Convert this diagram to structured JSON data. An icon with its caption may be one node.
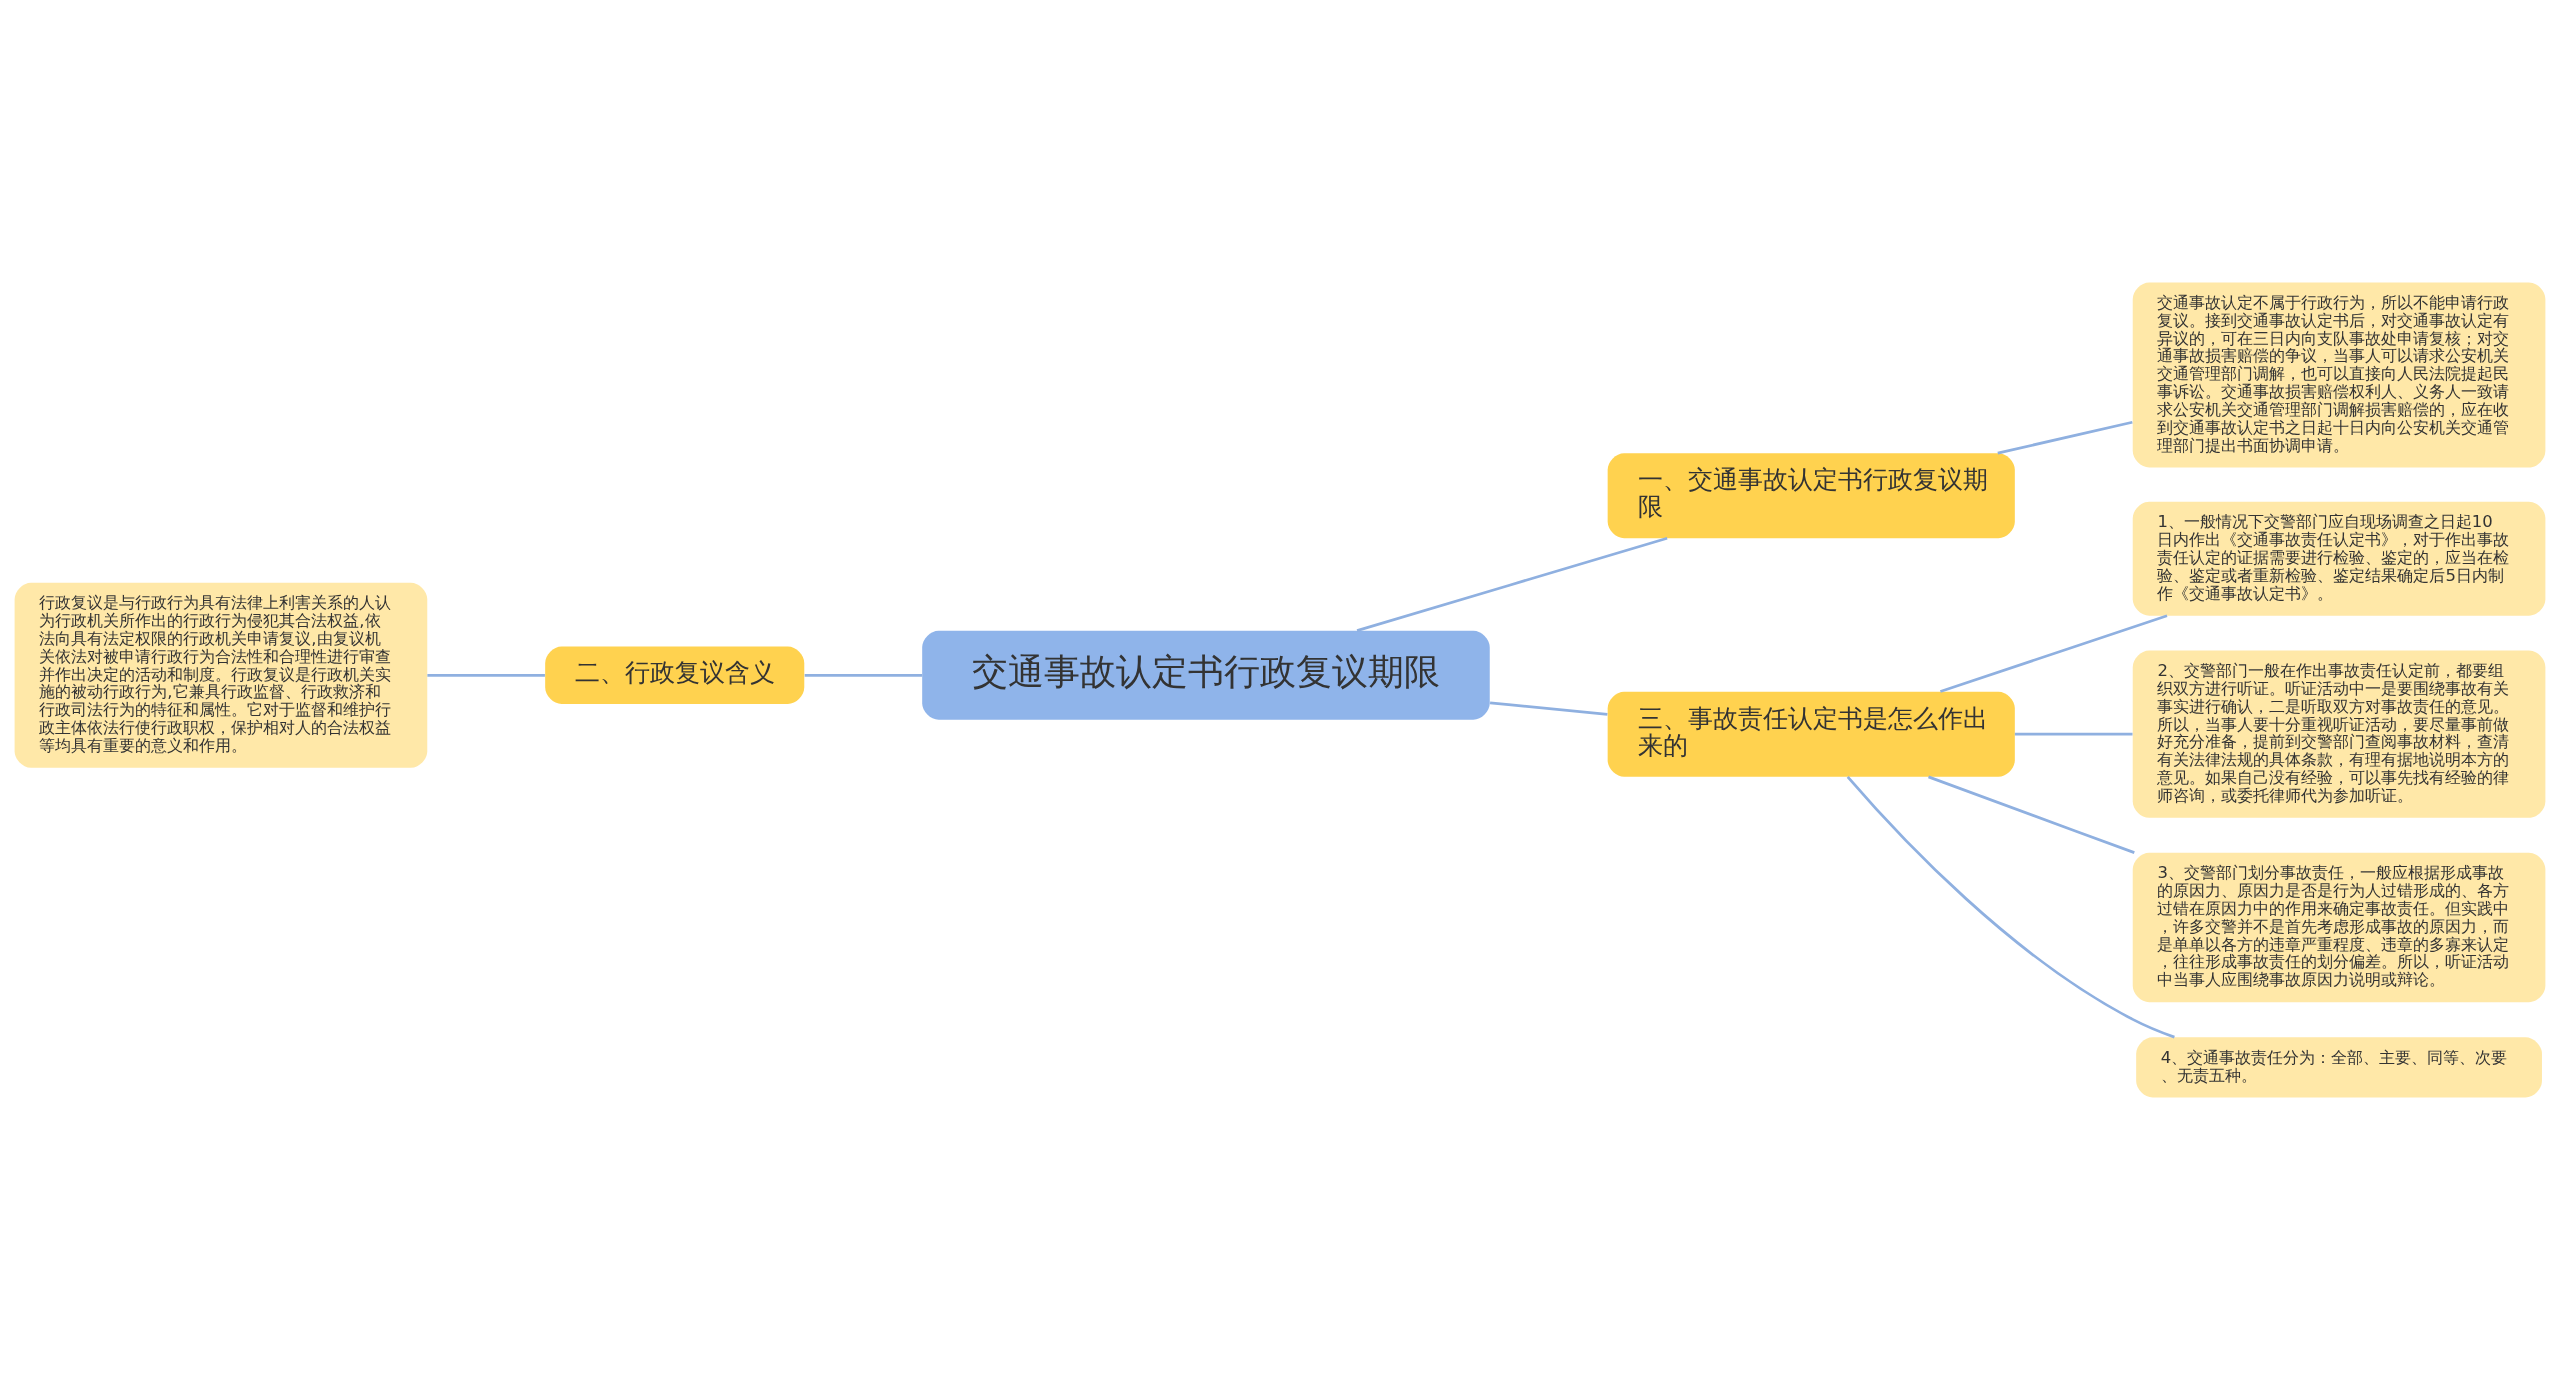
{
  "diagram": {
    "nodes": [
      {
        "text": [
          "交通事故认定书行政复议期限"
        ]
      },
      {
        "text": [
          "一、交通事故认定书行政复议期限"
        ]
      },
      {
        "text": [
          "交通事故认定不属于行政行为，所以不能申请行政复议。接到交通事故认定书后，对交通事故认定有异议的，可在三日内向支队事故处申请复核；对交通事故损害赔偿的争议，当事人可以请求公安机关交通管理部门调解，也可以直接向人民法院提起民事诉讼。交通事故损害赔偿权利人、义务人一致请求公安机关交通管理部门调解损害赔偿的，应在收到交通事故认定书之日起十日内向公安机关交通管理部门提出书面协调申请。"
        ]
      },
      {
        "text": [
          "二、行政复议含义"
        ]
      },
      {
        "text": [
          "行政复议是与行政行为具有法律上利害关系的人认为行政机关所作出的行政行为侵犯其合法权益,依法向具有法定权限的行政机关申请复议,由复议机关依法对被申请行政行为合法性和合理性进行审查并作出决定的活动和制度。行政复议是行政机关实施的被动行政行为,它兼具行政监督、行政救济和行政司法行为的特征和属性。它对于监督和维护行政主体依法行使行政职权，保护相对人的合法权益等均具有重要的意义和作用。"
        ]
      },
      {
        "text": [
          "三、事故责任认定书是怎么作出来的"
        ]
      },
      {
        "text": [
          "1、一般情况下交警部门应自现场调查之日起10日内作出《交通事故责任认定书》，对于作出事故责任认定的证据需要进行检验、鉴定的，应当在检验、鉴定或者重新检验、鉴定结果确定后5日内制作《交通事故认定书》。"
        ]
      },
      {
        "text": [
          "2、交警部门一般在作出事故责任认定前，都要组织双方进行听证。听证活动中一是要围绕事故有关事实进行确认，二是听取双方对事故责任的意见。所以，当事人要十分重视听证活动，要尽量事前做好充分准备，提前到交警部门查阅事故材料，查清有关法律法规的具体条款，有理有据地说明本方的意见。如果自己没有经验，可以事先找有经验的律师咨询，或委托律师代为参加听证。"
        ]
      },
      {
        "text": [
          "3、交警部门划分事故责任，一般应根据形成事故的原因力、原因力是否是行为人过错形成的、各方过错在原因力中的作用来确定事故责任。但实践中，许多交警并不是首先考虑形成事故的原因力，而是单单以各方的违章严重程度、违章的多寡来认定，往往形成事故责任的划分偏差。所以，听证活动中当事人应围绕事故原因力说明或辩论。"
        ]
      },
      {
        "text": [
          "4、交通事故责任分为：全部、主要、同等、次要、无责五种。"
        ]
      }
    ],
    "edges": [
      {
        "from": 0,
        "to": 1,
        "arrow": "none"
      },
      {
        "from": 1,
        "to": 2,
        "arrow": "none"
      },
      {
        "from": 0,
        "to": 3,
        "arrow": "none"
      },
      {
        "from": 3,
        "to": 4,
        "arrow": "none"
      },
      {
        "from": 0,
        "to": 5,
        "arrow": "none"
      },
      {
        "from": 5,
        "to": 6,
        "arrow": "none"
      },
      {
        "from": 5,
        "to": 7,
        "arrow": "none"
      },
      {
        "from": 5,
        "to": 8,
        "arrow": "none"
      },
      {
        "from": 5,
        "to": 9,
        "arrow": "none"
      }
    ]
  }
}
